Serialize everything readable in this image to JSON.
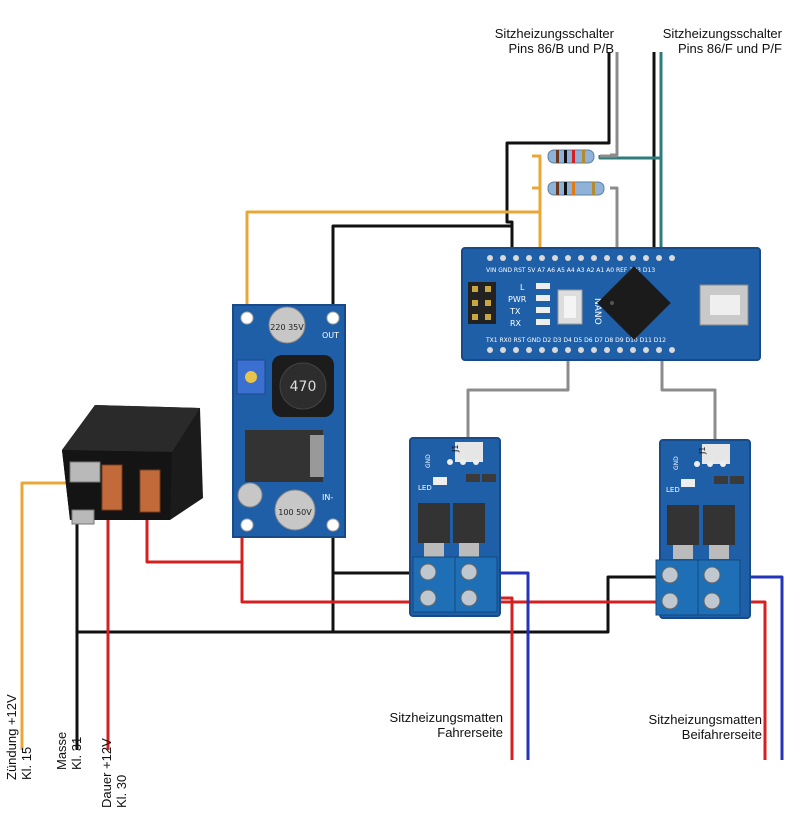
{
  "labels": {
    "switch_b_line1": "Sitzheizungsschalter",
    "switch_b_line2": "Pins 86/B und P/B",
    "switch_f_line1": "Sitzheizungsschalter",
    "switch_f_line2": "Pins 86/F und P/F",
    "mats_driver_line1": "Sitzheizungsmatten",
    "mats_driver_line2": "Fahrerseite",
    "mats_passenger_line1": "Sitzheizungsmatten",
    "mats_passenger_line2": "Beifahrerseite",
    "ignition_line1": "Zündung +12V",
    "ignition_line2": "Kl. 15",
    "ground_line1": "Masse",
    "ground_line2": "Kl. 31",
    "permanent_line1": "Dauer +12V",
    "permanent_line2": "Kl. 30"
  },
  "component_text": {
    "buck_in_label": "IN-",
    "buck_out_label": "OUT",
    "buck_cap1": "220 35V",
    "buck_cap2": "100 50V",
    "buck_inductor": "470",
    "nano_label": "NANO",
    "nano_pins_top": "VIN GND RST 5V A7 A6 A5 A4 A3 A2 A1 A0 REF 3V3 D13",
    "nano_pins_bottom": "TX1 RX0 RST GND D2 D3 D4 D5 D6 D7 D8 D9 D10 D11 D12",
    "nano_led_l": "L",
    "nano_led_pwr": "PWR",
    "nano_led_tx": "TX",
    "nano_led_rx": "RX",
    "mosfet_j1": "J1",
    "mosfet_led": "LED",
    "mosfet_gnd": "GND"
  },
  "colors": {
    "wire_black": "#111111",
    "wire_red": "#d42020",
    "wire_blue": "#2433b8",
    "wire_orange": "#e8a838",
    "wire_gray": "#8c8c8c",
    "wire_teal": "#2e7d7d",
    "board_blue": "#1f5fa8",
    "board_blue_dark": "#174a86",
    "terminal_blue": "#1e6fb5",
    "relay_black": "#1b1b1b"
  }
}
